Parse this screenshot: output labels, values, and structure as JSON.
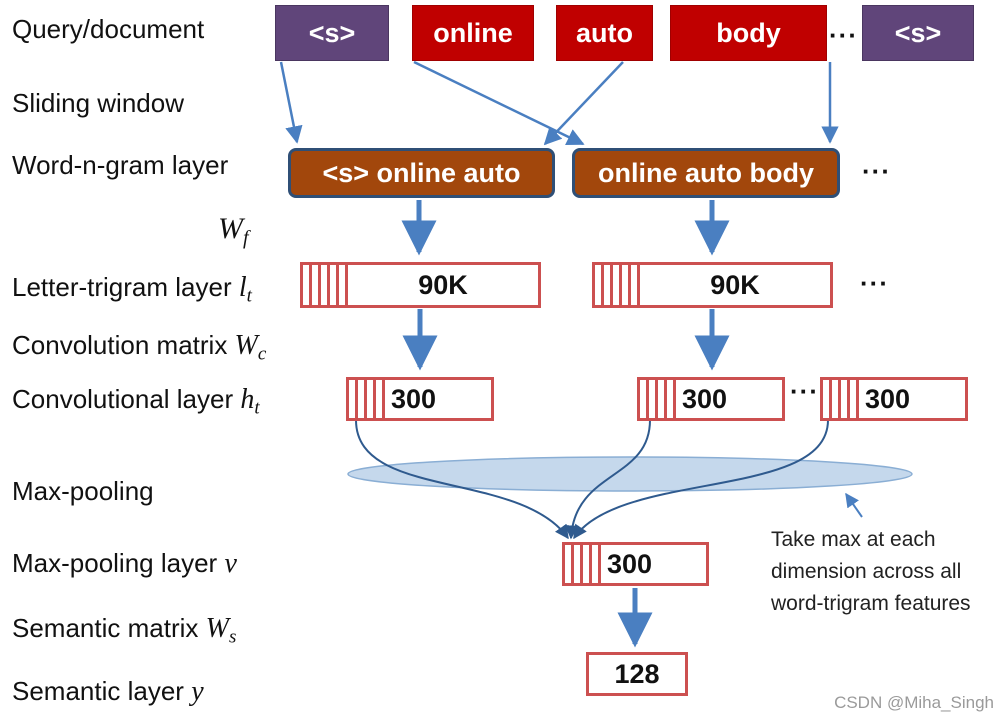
{
  "layers": {
    "query": "Query/document",
    "sliding": "Sliding window",
    "ngram": "Word-n-gram layer",
    "letter": {
      "text": "Letter-trigram layer ",
      "sym": "l",
      "sub": "t"
    },
    "conv_matrix": {
      "text": "Convolution matrix ",
      "sym": "W",
      "sub": "c"
    },
    "conv_layer": {
      "text": "Convolutional layer ",
      "sym": "h",
      "sub": "t"
    },
    "maxpool": "Max-pooling",
    "maxpool_layer": {
      "text": "Max-pooling layer ",
      "sym": "v"
    },
    "sem_matrix": {
      "text": "Semantic matrix ",
      "sym": "W",
      "sub": "s"
    },
    "sem_layer": {
      "text": "Semantic layer ",
      "sym": "y"
    }
  },
  "wf": {
    "sym": "W",
    "sub": "f"
  },
  "tokens": [
    "<s>",
    "online",
    "auto",
    "body",
    "<s>"
  ],
  "ellipsis": "…",
  "ellipsis_dots": "···",
  "ngrams": [
    "<s> online auto",
    "online auto body"
  ],
  "letter_size": "90K",
  "conv_size": "300",
  "pool_size": "300",
  "semantic_size": "128",
  "note": "Take max at each dimension across all word-trigram features",
  "watermark": "CSDN @Miha_Singh",
  "colors": {
    "token_sentence": "#60457a",
    "token_word": "#c00000",
    "ngram_fill": "#a2470c",
    "ngram_border": "#2f4f76",
    "vector_border": "#cc5050",
    "arrow": "#4a7fc1",
    "pool_ellipse": "#c5d8ec"
  }
}
